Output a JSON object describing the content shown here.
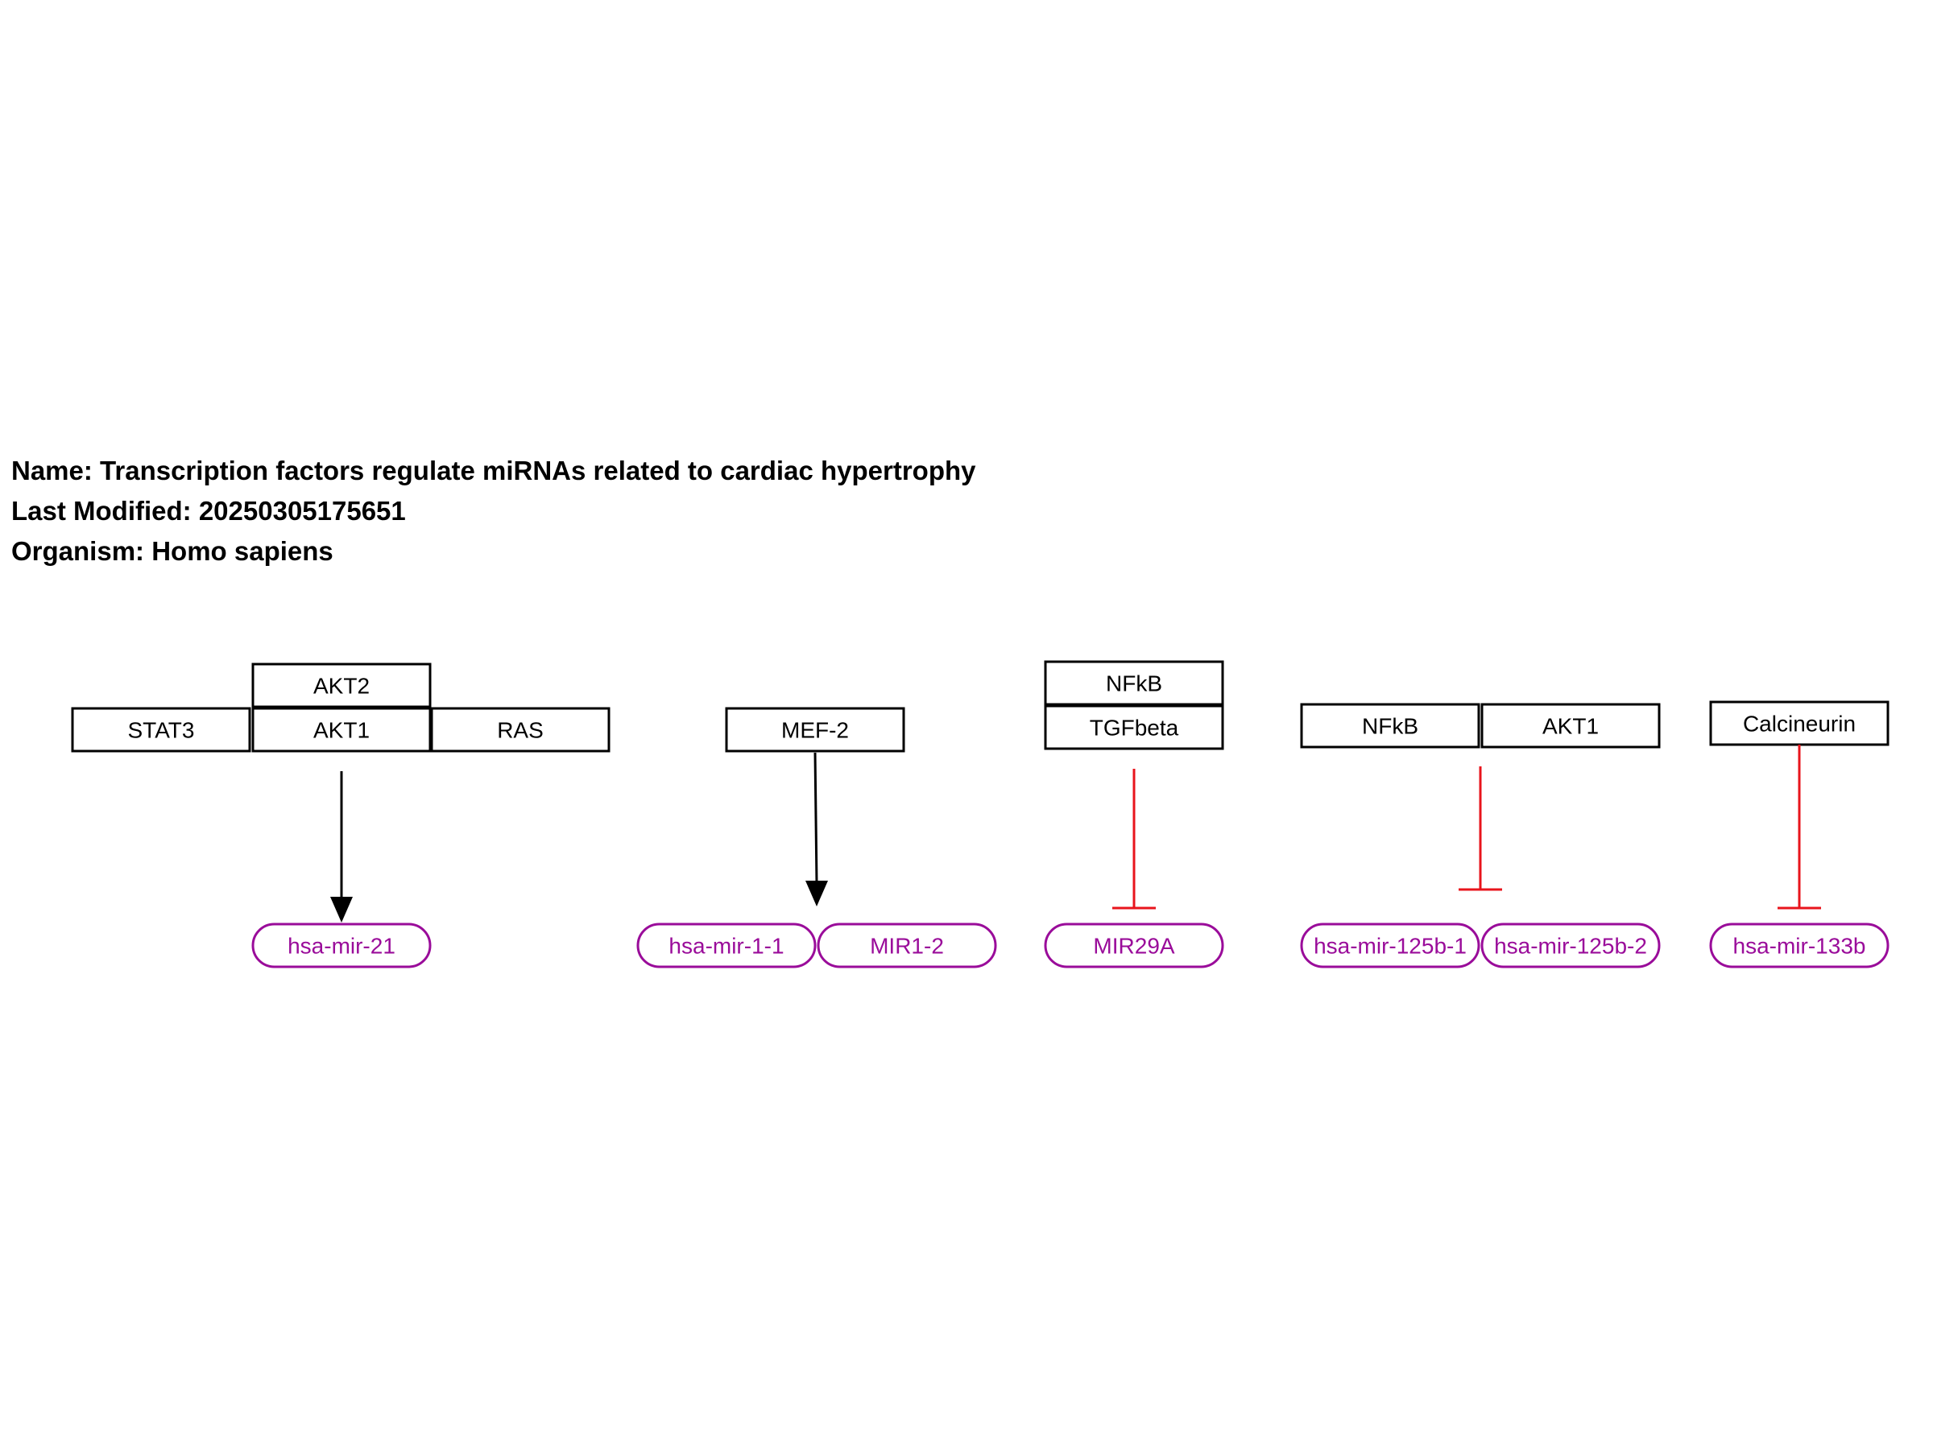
{
  "header": {
    "name_line": "Name: Transcription factors regulate miRNAs related to cardiac hypertrophy",
    "modified_line": "Last Modified: 20250305175651",
    "organism_line": "Organism: Homo sapiens"
  },
  "colors": {
    "gene_stroke": "#000000",
    "rna": "#9a0c9a",
    "activation": "#000000",
    "inhibition": "#e8141c"
  },
  "nodes": {
    "stat3": "STAT3",
    "akt2": "AKT2",
    "akt1_a": "AKT1",
    "ras": "RAS",
    "mef2": "MEF-2",
    "nfkb_a": "NFkB",
    "tgfbeta": "TGFbeta",
    "nfkb_b": "NFkB",
    "akt1_b": "AKT1",
    "calcineurin": "Calcineurin",
    "mir21": "hsa-mir-21",
    "mir1_1": "hsa-mir-1-1",
    "mir1_2": "MIR1-2",
    "mir29a": "MIR29A",
    "mir125b_1": "hsa-mir-125b-1",
    "mir125b_2": "hsa-mir-125b-2",
    "mir133b": "hsa-mir-133b"
  },
  "interactions": [
    {
      "from": "AKT1",
      "to": "hsa-mir-21",
      "type": "activation"
    },
    {
      "from": "MEF-2",
      "to": "hsa-mir-1-1 / MIR1-2",
      "type": "activation"
    },
    {
      "from": "TGFbeta",
      "to": "MIR29A",
      "type": "inhibition"
    },
    {
      "from": "NFkB / AKT1",
      "to": "hsa-mir-125b-1 / hsa-mir-125b-2",
      "type": "inhibition"
    },
    {
      "from": "Calcineurin",
      "to": "hsa-mir-133b",
      "type": "inhibition"
    }
  ]
}
